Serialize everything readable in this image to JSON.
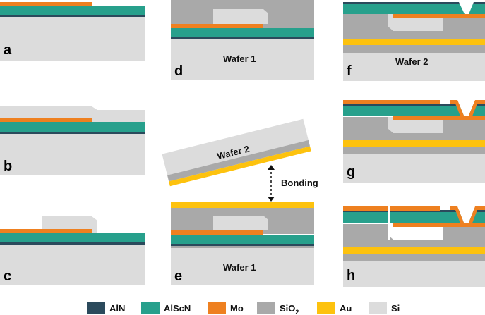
{
  "panels": {
    "a": "a",
    "b": "b",
    "c": "c",
    "d": "d",
    "e": "e",
    "f": "f",
    "g": "g",
    "h": "h"
  },
  "wafers": {
    "d": "Wafer 1",
    "e": "Wafer 1",
    "f": "Wafer 2",
    "tilted": "Wafer 2"
  },
  "bonding_label": "Bonding",
  "legend": [
    {
      "label": "AlN",
      "color": "#2b4a5c"
    },
    {
      "label": "AlScN",
      "color": "#27a08c"
    },
    {
      "label": "Mo",
      "color": "#ee8020"
    },
    {
      "label": "SiO",
      "sub": "2",
      "color": "#a9a9a9"
    },
    {
      "label": "Au",
      "color": "#fdc20e"
    },
    {
      "label": "Si",
      "color": "#dcdcdc"
    }
  ],
  "colors": {
    "AlN": "#2b4a5c",
    "AlScN": "#27a08c",
    "Mo": "#ee8020",
    "SiO2": "#a9a9a9",
    "Au": "#fdc20e",
    "Si": "#dcdcdc"
  }
}
